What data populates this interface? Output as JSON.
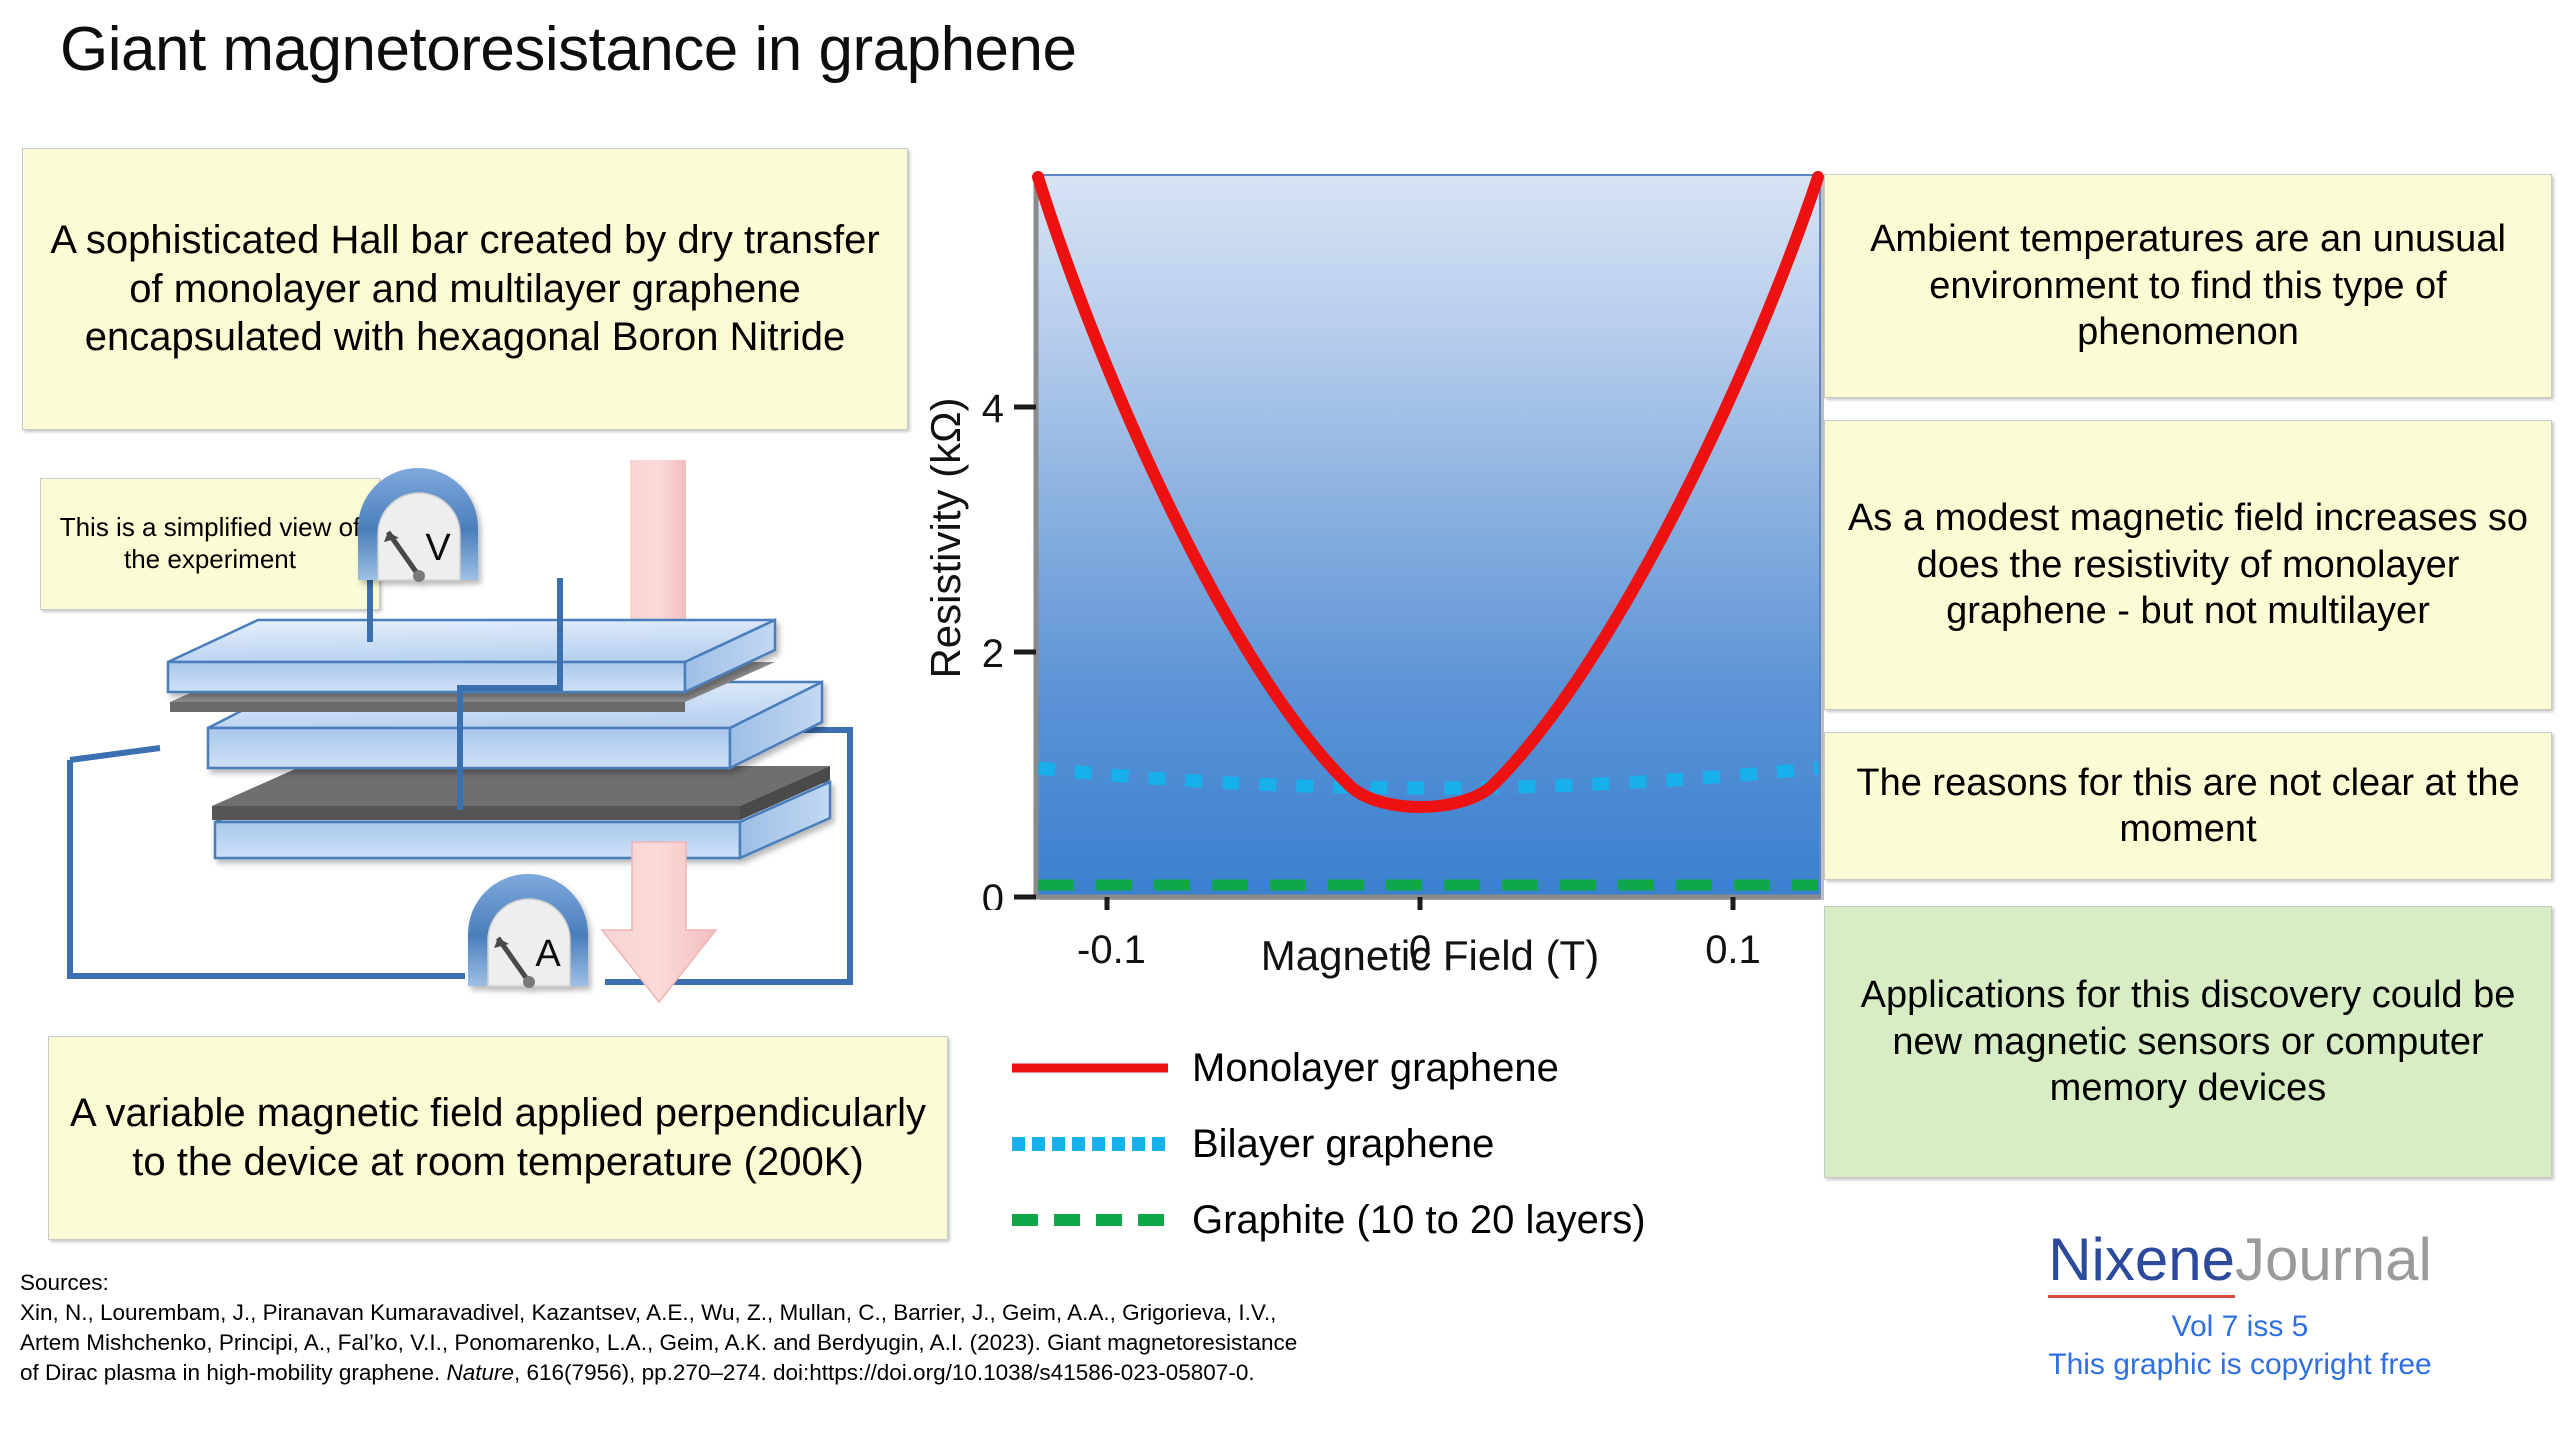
{
  "page_title": "Giant magnetoresistance in graphene",
  "callouts": {
    "hall_bar": "A sophisticated Hall bar created by dry transfer of monolayer and multilayer graphene encapsulated with hexagonal Boron Nitride",
    "simplified_view": "This is a simplified view of the experiment",
    "variable_field": "A variable magnetic field applied perpendicularly to the device at room temperature (200K)",
    "ambient": "Ambient temperatures are an unusual environment to find this type of phenomenon",
    "modest_field": "As a modest magnetic field increases so does the resistivity of monolayer graphene - but not multilayer",
    "reasons": "The reasons for this are not clear at the moment",
    "applications": "Applications for this discovery could be new magnetic sensors or computer memory devices"
  },
  "diagram": {
    "voltmeter_label": "V",
    "ammeter_label": "A",
    "colors": {
      "slab": "#bcd4f0",
      "slab_edge": "#4a7ebb",
      "graphene": "#6b6b6b",
      "wire": "#3a6fb0",
      "field_arrow": "#f6c3c3"
    }
  },
  "chart_data": {
    "type": "line",
    "title": "",
    "xlabel": "Magnetic Field (T)",
    "ylabel": "Resistivity (kΩ)",
    "xlim": [
      -0.125,
      0.127
    ],
    "ylim": [
      0,
      5.9
    ],
    "xticks": [
      -0.1,
      0,
      0.1
    ],
    "xtick_labels": [
      "-0.1",
      "0",
      "0.1"
    ],
    "yticks": [
      0,
      2,
      4
    ],
    "ytick_labels": [
      "0",
      "2",
      "4"
    ],
    "grid": false,
    "legend_position": "below",
    "plot_background": "blue vertical gradient light-to-dark",
    "series": [
      {
        "name": "Monolayer graphene",
        "color": "#ee1111",
        "style": "solid",
        "x": [
          -0.125,
          -0.11,
          -0.09,
          -0.07,
          -0.05,
          -0.035,
          -0.02,
          -0.01,
          0,
          0.01,
          0.02,
          0.035,
          0.05,
          0.07,
          0.09,
          0.11,
          0.127
        ],
        "y": [
          5.9,
          5.05,
          4.0,
          3.05,
          2.15,
          1.55,
          1.05,
          0.82,
          0.73,
          0.8,
          1.0,
          1.5,
          2.12,
          3.05,
          4.0,
          5.05,
          5.9
        ]
      },
      {
        "name": "Bilayer graphene",
        "color": "#18b0ea",
        "style": "dotted",
        "x": [
          -0.125,
          -0.06,
          0,
          0.06,
          0.127
        ],
        "y": [
          1.05,
          0.95,
          0.9,
          0.95,
          1.05
        ]
      },
      {
        "name": "Graphite (10 to 20 layers)",
        "color": "#0fa747",
        "style": "dashed",
        "x": [
          -0.125,
          0.127
        ],
        "y": [
          0.1,
          0.1
        ]
      }
    ]
  },
  "legend": [
    {
      "label": "Monolayer graphene",
      "color": "#ee1111",
      "style": "solid"
    },
    {
      "label": "Bilayer graphene",
      "color": "#18b0ea",
      "style": "dotted"
    },
    {
      "label": "Graphite (10 to 20 layers)",
      "color": "#0fa747",
      "style": "dashed"
    }
  ],
  "sources": {
    "heading": "Sources:",
    "line1": "Xin, N., Lourembam, J., Piranavan Kumaravadivel, Kazantsev, A.E., Wu, Z., Mullan, C., Barrier, J., Geim, A.A., Grigorieva, I.V.,",
    "line2": "Artem Mishchenko, Principi, A., Fal’ko, V.I., Ponomarenko, L.A., Geim, A.K. and Berdyugin, A.I. (2023). Giant magnetoresistance",
    "line3_a": "of Dirac plasma in high-mobility graphene. ",
    "line3_italic": "Nature",
    "line3_b": ", 616(7956), pp.270–274. doi:https://doi.org/10.1038/s41586-023-05807-0."
  },
  "brand": {
    "name": "Nixene",
    "suffix": "Journal",
    "volume": "Vol 7 iss 5",
    "copyright": "This graphic is copyright free"
  }
}
